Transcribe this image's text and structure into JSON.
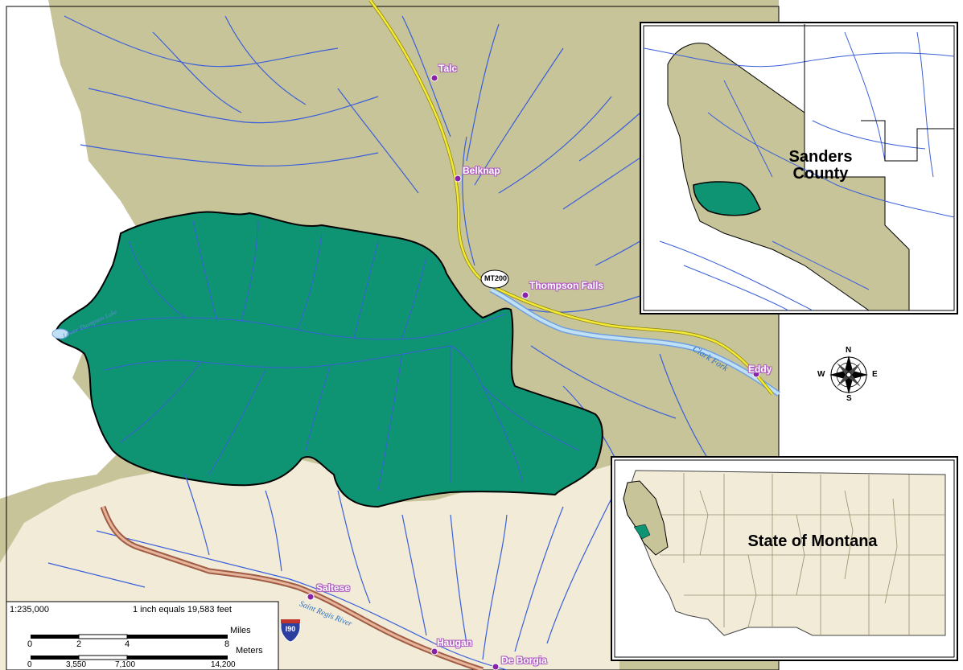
{
  "colors": {
    "land_dark": "#c8c49a",
    "land_light": "#f1ebd8",
    "watershed": "#0e9473",
    "river": "#3a5fd9",
    "clark_fork": "#9ec7ea",
    "highway_mt": "#f5ea3a",
    "highway_interstate": "#c9876a",
    "town_dot": "#8a22a8"
  },
  "towns": [
    {
      "name": "Talc"
    },
    {
      "name": "Belknap"
    },
    {
      "name": "Thompson Falls"
    },
    {
      "name": "Eddy"
    },
    {
      "name": "Saltese"
    },
    {
      "name": "Haugan"
    },
    {
      "name": "De Borgia"
    }
  ],
  "rivers": {
    "clark_fork": "Clark Fork",
    "st_regis": "Saint Regis River",
    "lake": "Lower Thompson Lake"
  },
  "highways": {
    "mt": "MT200",
    "interstate": "I90"
  },
  "inset_county": {
    "title_line1": "Sanders",
    "title_line2": "County"
  },
  "inset_state": {
    "title": "State of Montana"
  },
  "compass": {
    "n": "N",
    "s": "S",
    "e": "E",
    "w": "W",
    "icon": "compass-rose-icon"
  },
  "scale": {
    "ratio": "1:235,000",
    "equivalence": "1 inch equals 19,583 feet",
    "miles_unit": "Miles",
    "miles_ticks": [
      "0",
      "2",
      "4",
      "8"
    ],
    "meters_unit": "Meters",
    "meters_ticks": [
      "0",
      "3,550",
      "7,100",
      "14,200"
    ]
  }
}
